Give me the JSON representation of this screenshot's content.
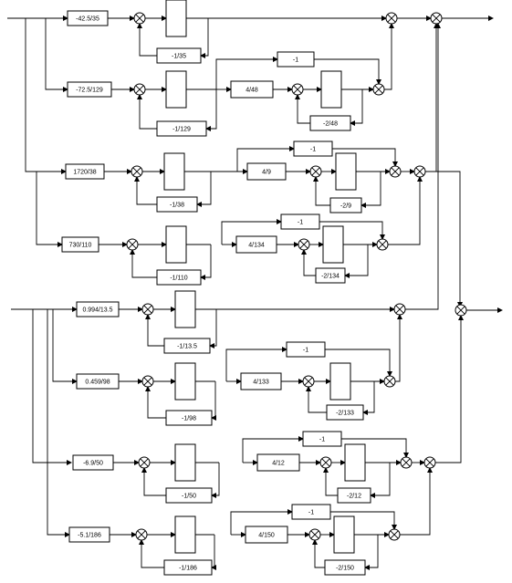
{
  "diagram": {
    "gains": [
      "-42.5/35",
      "-1/35",
      "-72.5/129",
      "-1/129",
      "4/48",
      "-1",
      "-2/48",
      "1720/38",
      "-1/38",
      "4/9",
      "-1",
      "-2/9",
      "730/110",
      "-1/110",
      "4/134",
      "-1",
      "-2/134",
      "0.994/13.5",
      "-1/13.5",
      "0.459/98",
      "-1/98",
      "4/133",
      "-1",
      "-2/133",
      "-6.9/50",
      "-1/50",
      "4/12",
      "-1",
      "-2/12",
      "-5.1/186",
      "-1/186",
      "4/150",
      "-1",
      "-2/150"
    ]
  }
}
